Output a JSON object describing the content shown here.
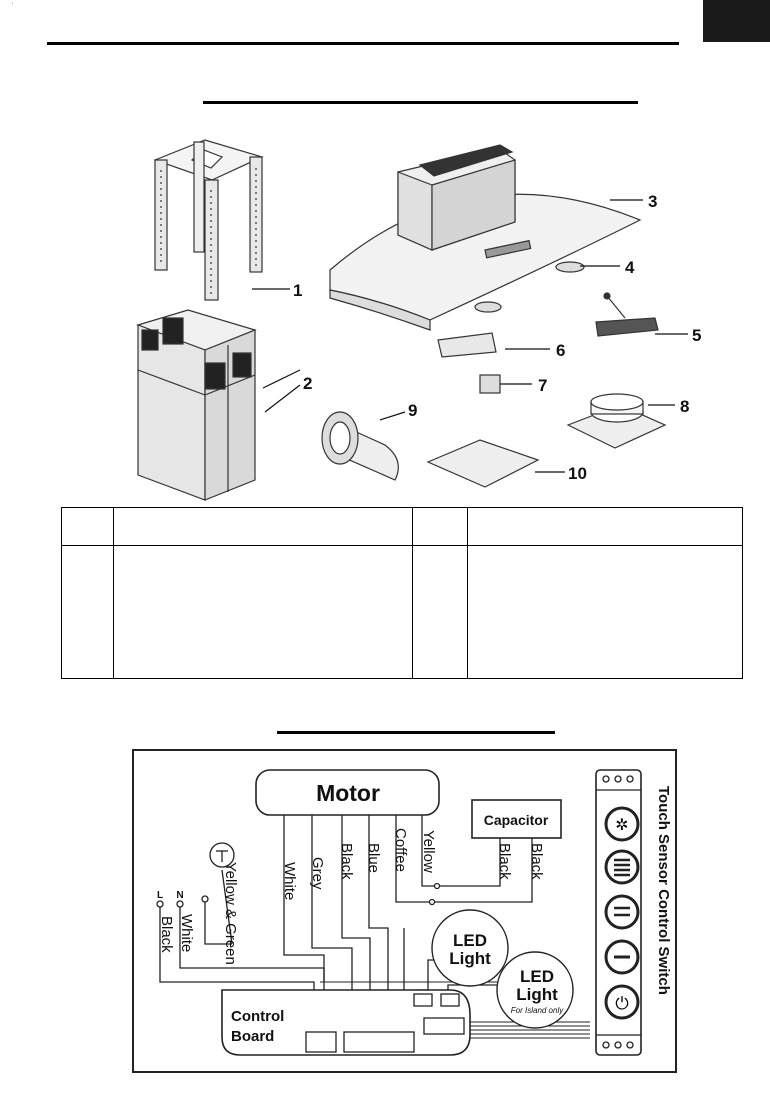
{
  "diagram_parts": {
    "callouts": [
      "1",
      "2",
      "3",
      "4",
      "5",
      "6",
      "7",
      "8",
      "9",
      "10"
    ]
  },
  "parts_table": {
    "rows": [
      {
        "no": "",
        "name": "",
        "no2": "",
        "name2": ""
      },
      {
        "no": "",
        "name": "",
        "no2": "",
        "name2": ""
      }
    ]
  },
  "wiring": {
    "motor": "Motor",
    "capacitor": "Capacitor",
    "motor_wires": [
      "White",
      "Grey",
      "Black",
      "Blue",
      "Coffee",
      "Yellow"
    ],
    "capacitor_wires": [
      "Black",
      "Black"
    ],
    "ground_label": "Yellow & Green",
    "terminal_L": "L",
    "terminal_N": "N",
    "wire_L": "Black",
    "wire_N": "White",
    "led1_line1": "LED",
    "led1_line2": "Light",
    "led2_line1": "LED",
    "led2_line2": "Light",
    "led2_note": "For Island only",
    "control_board_line1": "Control",
    "control_board_line2": "Board",
    "switch_label": "Touch Sensor Control Switch"
  }
}
